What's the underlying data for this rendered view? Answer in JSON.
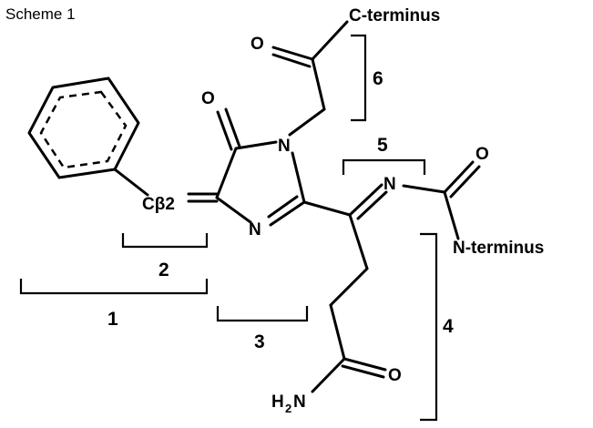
{
  "caption": "Scheme 1",
  "atoms": {
    "c_terminus": "C-terminus",
    "n_terminus": "N-terminus",
    "o_ketone": "O",
    "o_ring": "O",
    "n_ring_top": "N",
    "n_ring_bottom": "N",
    "n_imine": "N",
    "o_amide_right": "O",
    "o_side": "O",
    "amine_h": "H",
    "amine_sub": "2",
    "amine_n": "N",
    "c_beta": "Cβ2"
  },
  "bracket_labels": {
    "b1": "1",
    "b2": "2",
    "b3": "3",
    "b4": "4",
    "b5": "5",
    "b6": "6"
  }
}
